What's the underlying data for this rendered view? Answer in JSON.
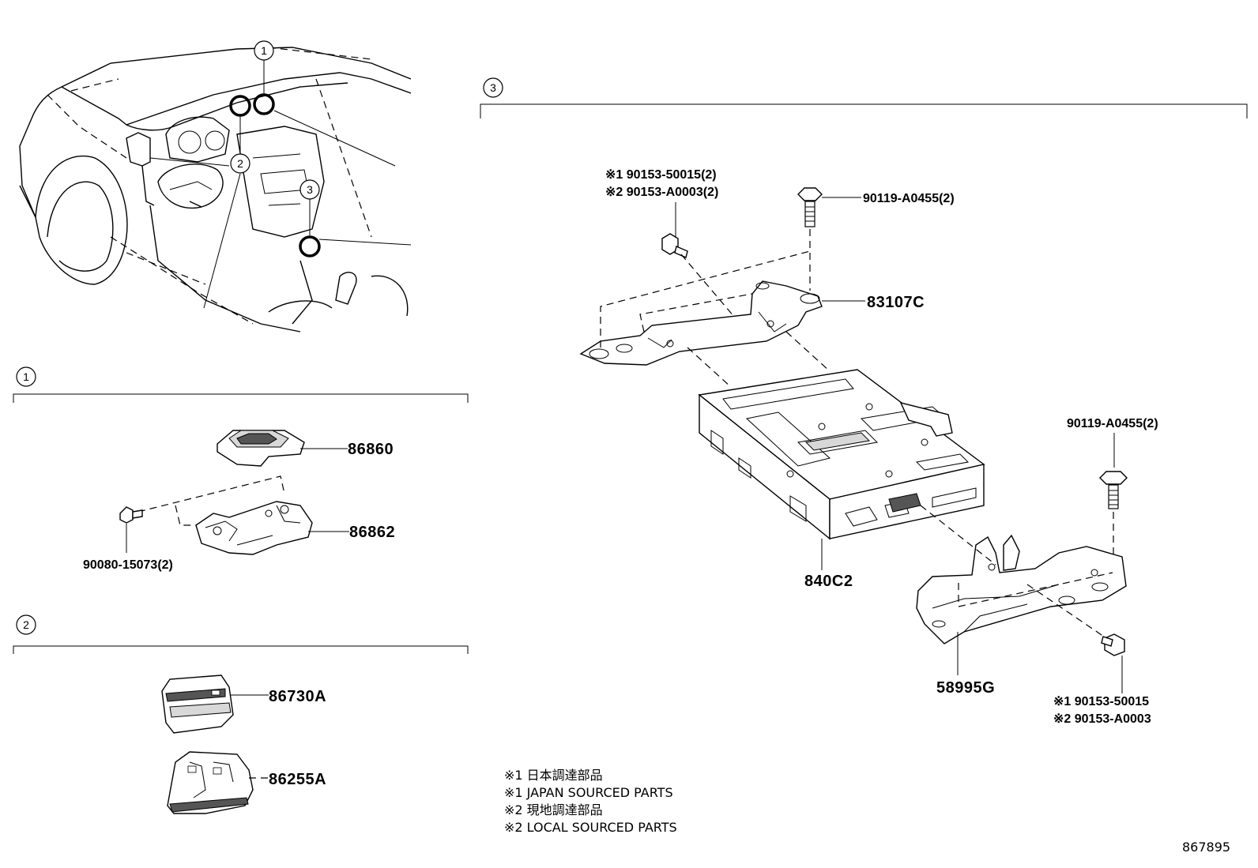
{
  "sections": {
    "s1": {
      "num": "1"
    },
    "s2": {
      "num": "2"
    },
    "s3": {
      "num": "3"
    }
  },
  "overview": {
    "callout_1": "1",
    "callout_2": "2",
    "callout_3": "3"
  },
  "parts": {
    "p86860": "86860",
    "p86862": "86862",
    "p90080": "90080-15073(2)",
    "p86730A": "86730A",
    "p86255A": "86255A",
    "p90153_top_1": "※1 90153-50015(2)",
    "p90153_top_2": "※2 90153-A0003(2)",
    "p90119_top": "90119-A0455(2)",
    "p83107C": "83107C",
    "p840C2": "840C2",
    "p90119_right": "90119-A0455(2)",
    "p58995G": "58995G",
    "p90153_bot_1": "※1 90153-50015",
    "p90153_bot_2": "※2 90153-A0003"
  },
  "notes": {
    "n1_jp": "※1 日本調達部品",
    "n1_en": "※1 JAPAN SOURCED PARTS",
    "n2_jp": "※2 現地調達部品",
    "n2_en": "※2 LOCAL SOURCED PARTS"
  },
  "diagram_id": "867895"
}
